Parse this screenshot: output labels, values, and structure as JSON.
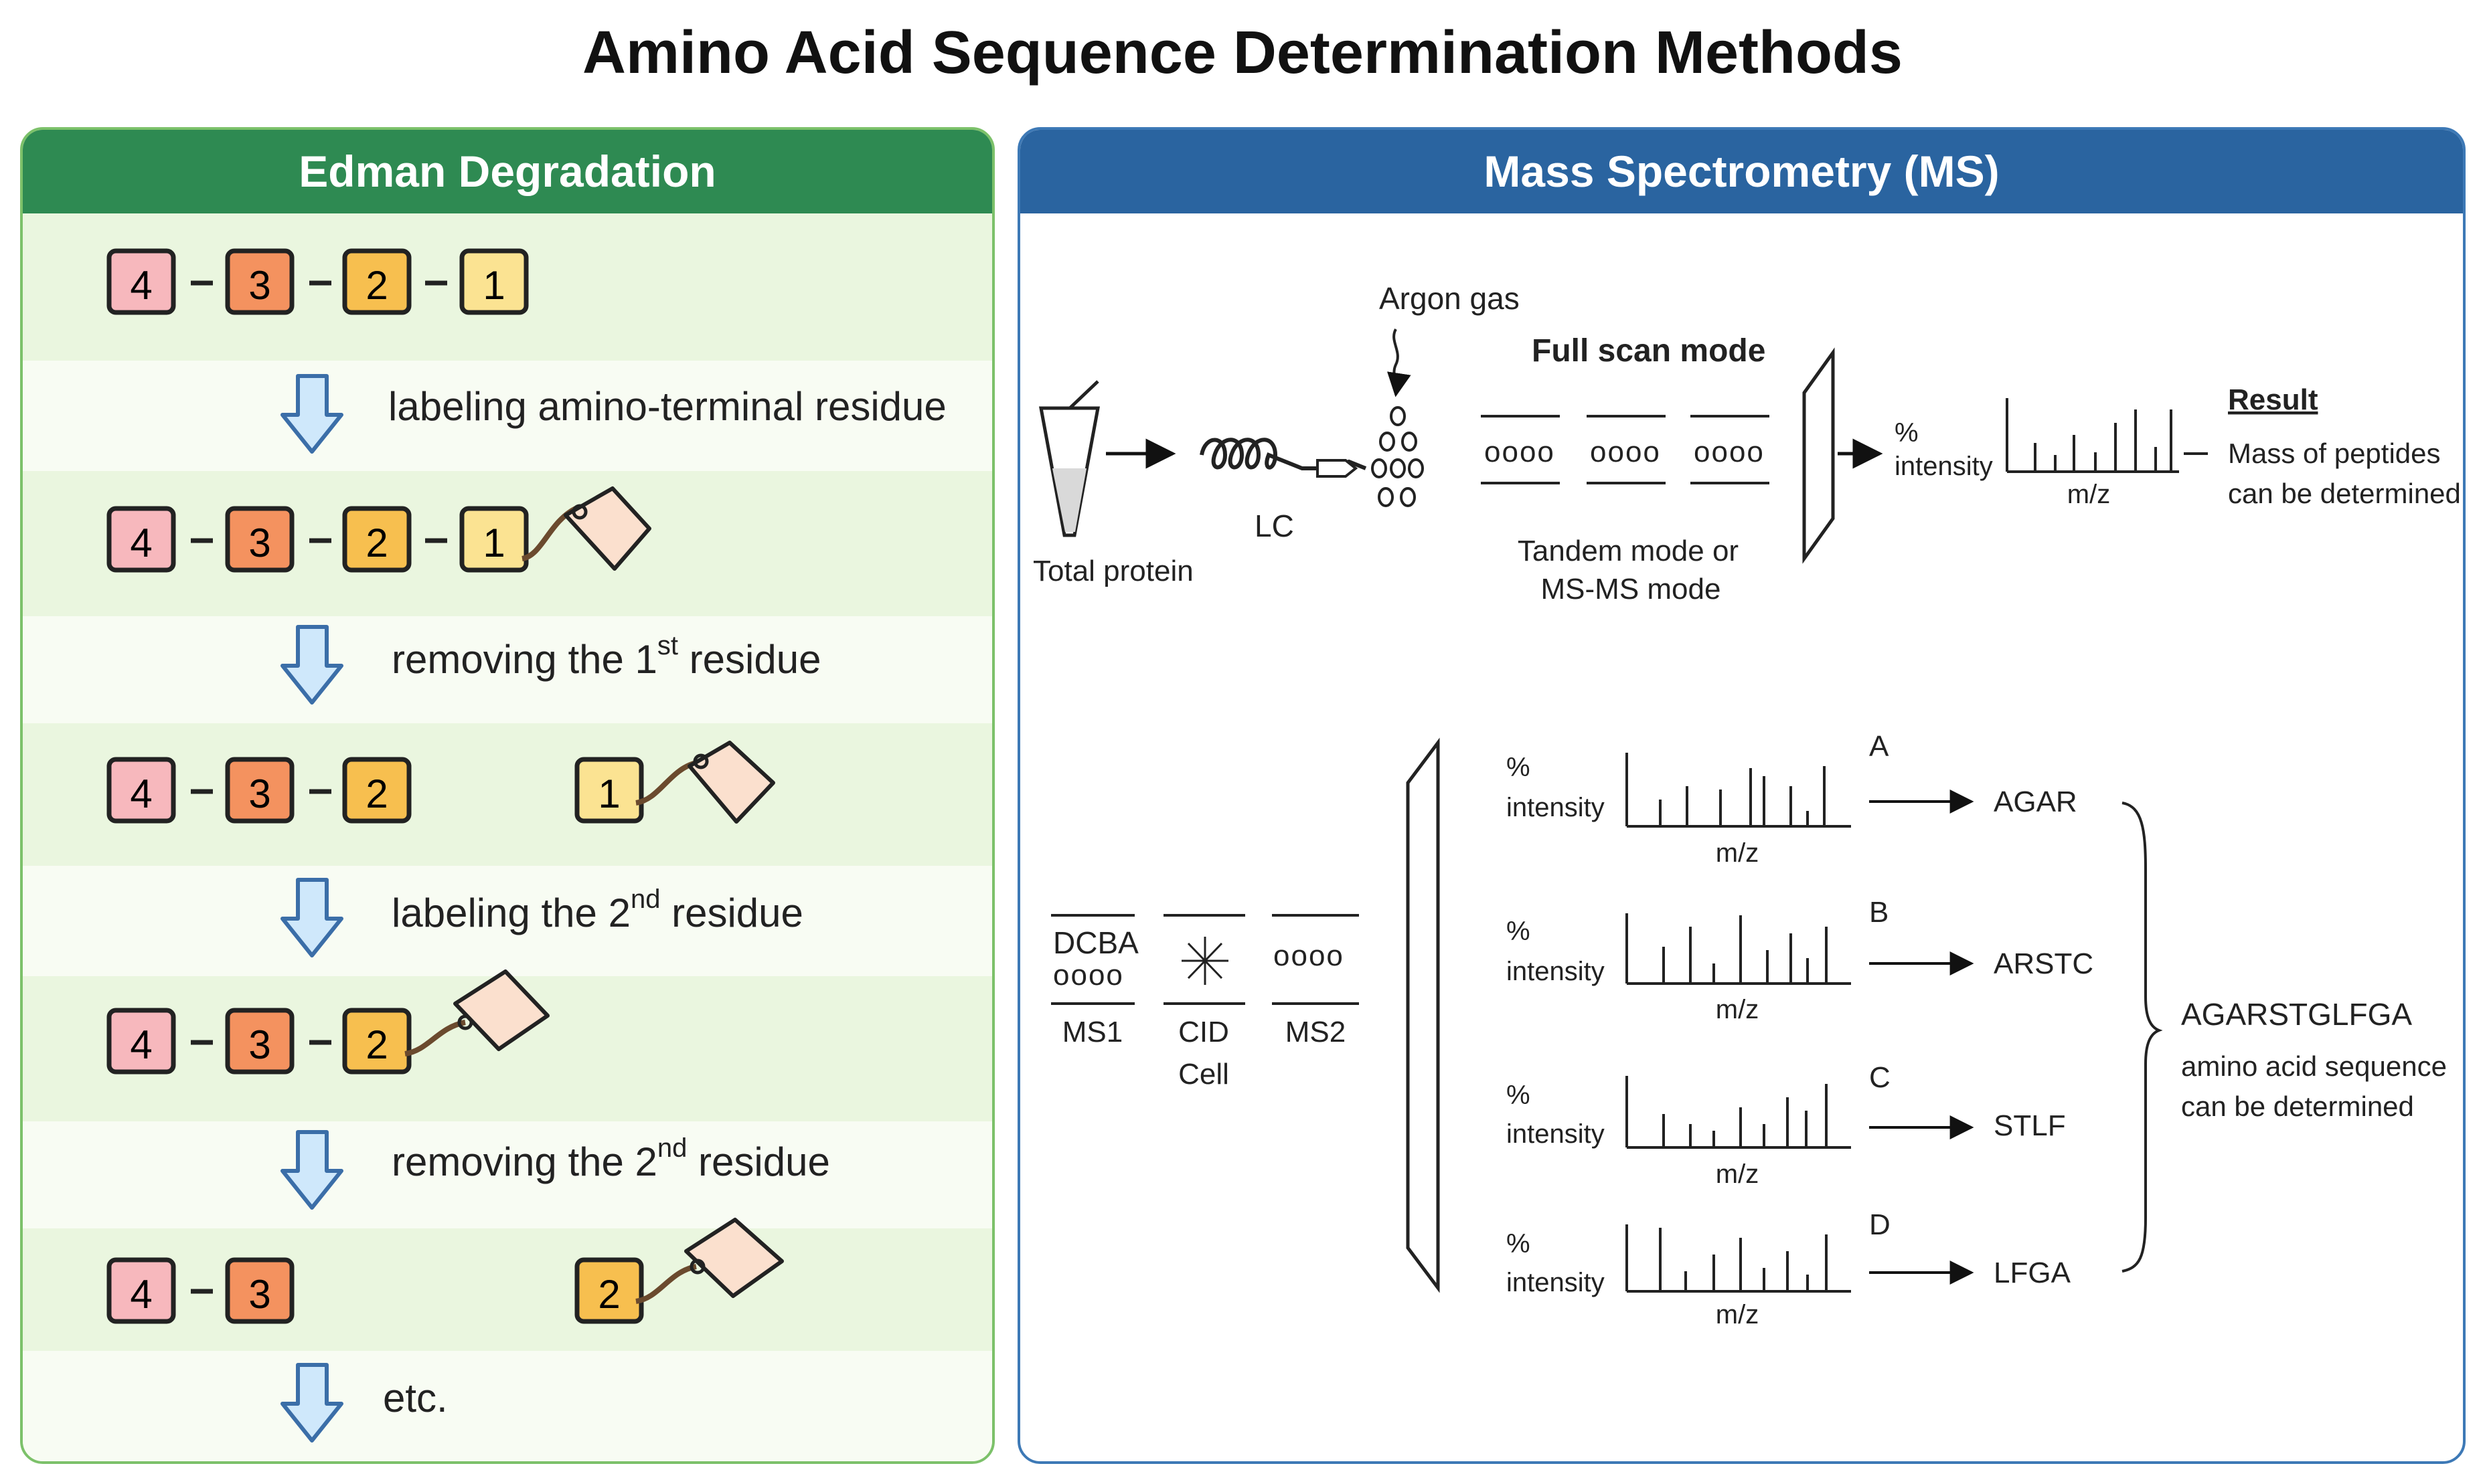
{
  "title": "Amino Acid Sequence Determination Methods",
  "edman": {
    "header": "Edman Degradation",
    "residues": [
      "4",
      "3",
      "2",
      "1"
    ],
    "steps": [
      {
        "text": "labeling amino-terminal residue",
        "sup": "",
        "after": ""
      },
      {
        "text": "removing the 1",
        "sup": "st",
        "after": " residue"
      },
      {
        "text": "labeling the 2",
        "sup": "nd",
        "after": " residue"
      },
      {
        "text": "removing the 2",
        "sup": "nd",
        "after": " residue"
      },
      {
        "text": "etc.",
        "sup": "",
        "after": ""
      }
    ],
    "colors": {
      "r4": "#f7b8bd",
      "r3": "#f4925f",
      "r2": "#f7bf4f",
      "r1": "#fbe392",
      "tag": "#fbe0ce",
      "arrow": "#cfe8fb",
      "arrow_stroke": "#3b6ea8"
    }
  },
  "ms": {
    "header": "Mass Spectrometry (MS)",
    "argon": "Argon gas",
    "full_scan": "Full scan mode",
    "circles": "oooo",
    "lc": "LC",
    "total_protein": "Total protein",
    "tandem_line1": "Tandem mode or",
    "tandem_line2": "MS-MS mode",
    "pct": "%",
    "intensity": "intensity",
    "mz": "m/z",
    "result_title": "Result",
    "result_line1": "Mass of peptides",
    "result_line2": "can be determined",
    "ms1_top": "DCBA",
    "ms1_circles": "oooo",
    "ms1": "MS1",
    "cid1": "CID",
    "cid2": "Cell",
    "ms2_circles": "oooo",
    "ms2": "MS2",
    "spectra": [
      {
        "label": "A",
        "peptide": "AGAR"
      },
      {
        "label": "B",
        "peptide": "ARSTC"
      },
      {
        "label": "C",
        "peptide": "STLF"
      },
      {
        "label": "D",
        "peptide": "LFGA"
      }
    ],
    "sequence": "AGARSTGLFGA",
    "sequence_line1": "amino acid sequence",
    "sequence_line2": "can be determined"
  }
}
